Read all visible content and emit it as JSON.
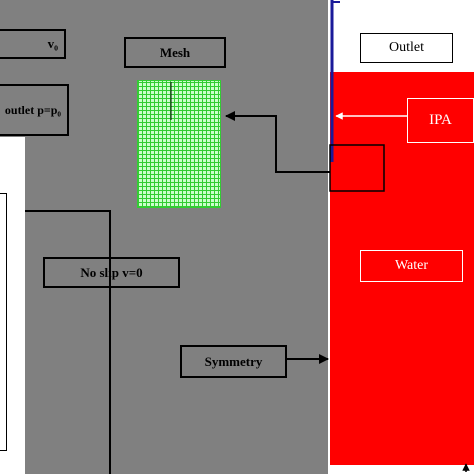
{
  "labels": {
    "inlet": "v₀",
    "outlet_pressure": "outlet p=p₀",
    "mesh": "Mesh",
    "no_slip": "No slip v=0",
    "symmetry": "Symmetry",
    "outlet": "Outlet",
    "ipa": "IPA",
    "water": "Water"
  },
  "colors": {
    "background": "#808080",
    "fluid": "#ff0000",
    "mesh_fill": "#ccffcc",
    "mesh_lines": "#33cc33",
    "wall": "#1a1a99",
    "white": "#ffffff"
  }
}
